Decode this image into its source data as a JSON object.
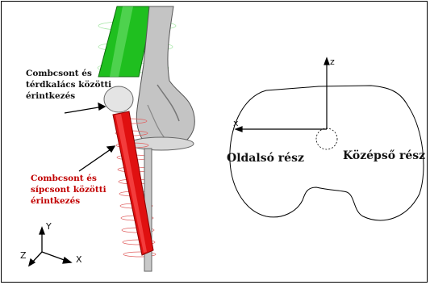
{
  "labels": {
    "femur_patella_contact": [
      "Combcsont és",
      "térdkalács közötti",
      "érintkezés"
    ],
    "femur_tibia_contact": [
      "Combcsont és",
      "sípcsont közötti",
      "érintkezés"
    ],
    "lateral_side": "Oldalsó rész",
    "medial_side": "Középső rész"
  },
  "axes_left": {
    "y": "Y",
    "z": "Z",
    "x": "X"
  },
  "axes_right": {
    "z": "z",
    "x": "x"
  },
  "colors": {
    "femur": "#1fbf1f",
    "tibia_contact": "#e01010",
    "label_red": "#c10000",
    "bone": "#bdbdbd"
  }
}
